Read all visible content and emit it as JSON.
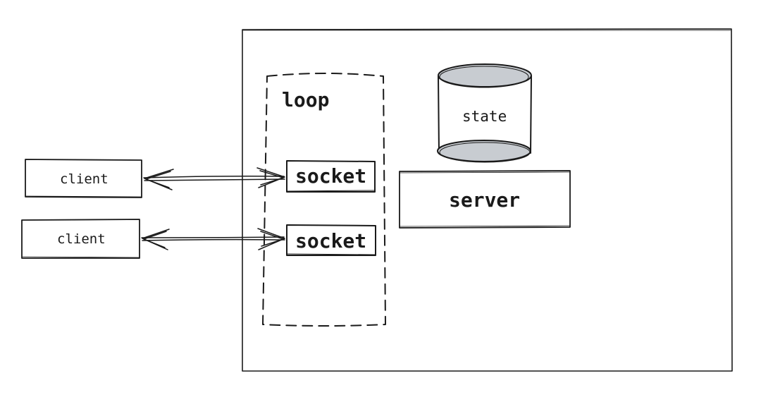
{
  "diagram": {
    "labels": {
      "loop": "loop",
      "state": "state",
      "server": "server",
      "socket_top": "socket",
      "socket_bottom": "socket",
      "client_top": "client",
      "client_bottom": "client"
    },
    "colors": {
      "stroke": "#1a1a1a",
      "cylinder_fill": "#c8ccd1",
      "background": "#ffffff"
    }
  }
}
